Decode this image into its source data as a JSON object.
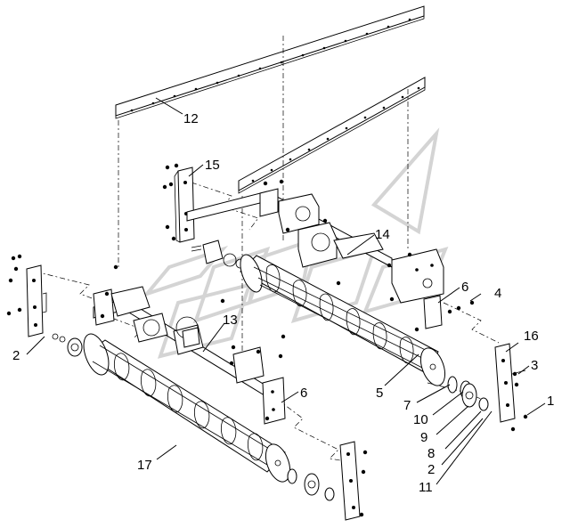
{
  "callouts": {
    "c12": "12",
    "c15": "15",
    "c14": "14",
    "c6a": "6",
    "c4": "4",
    "c2a": "2",
    "c13": "13",
    "c16": "16",
    "c3": "3",
    "c1": "1",
    "c6b": "6",
    "c5": "5",
    "c7": "7",
    "c10": "10",
    "c9": "9",
    "c8": "8",
    "c2b": "2",
    "c11": "11",
    "c17": "17"
  }
}
